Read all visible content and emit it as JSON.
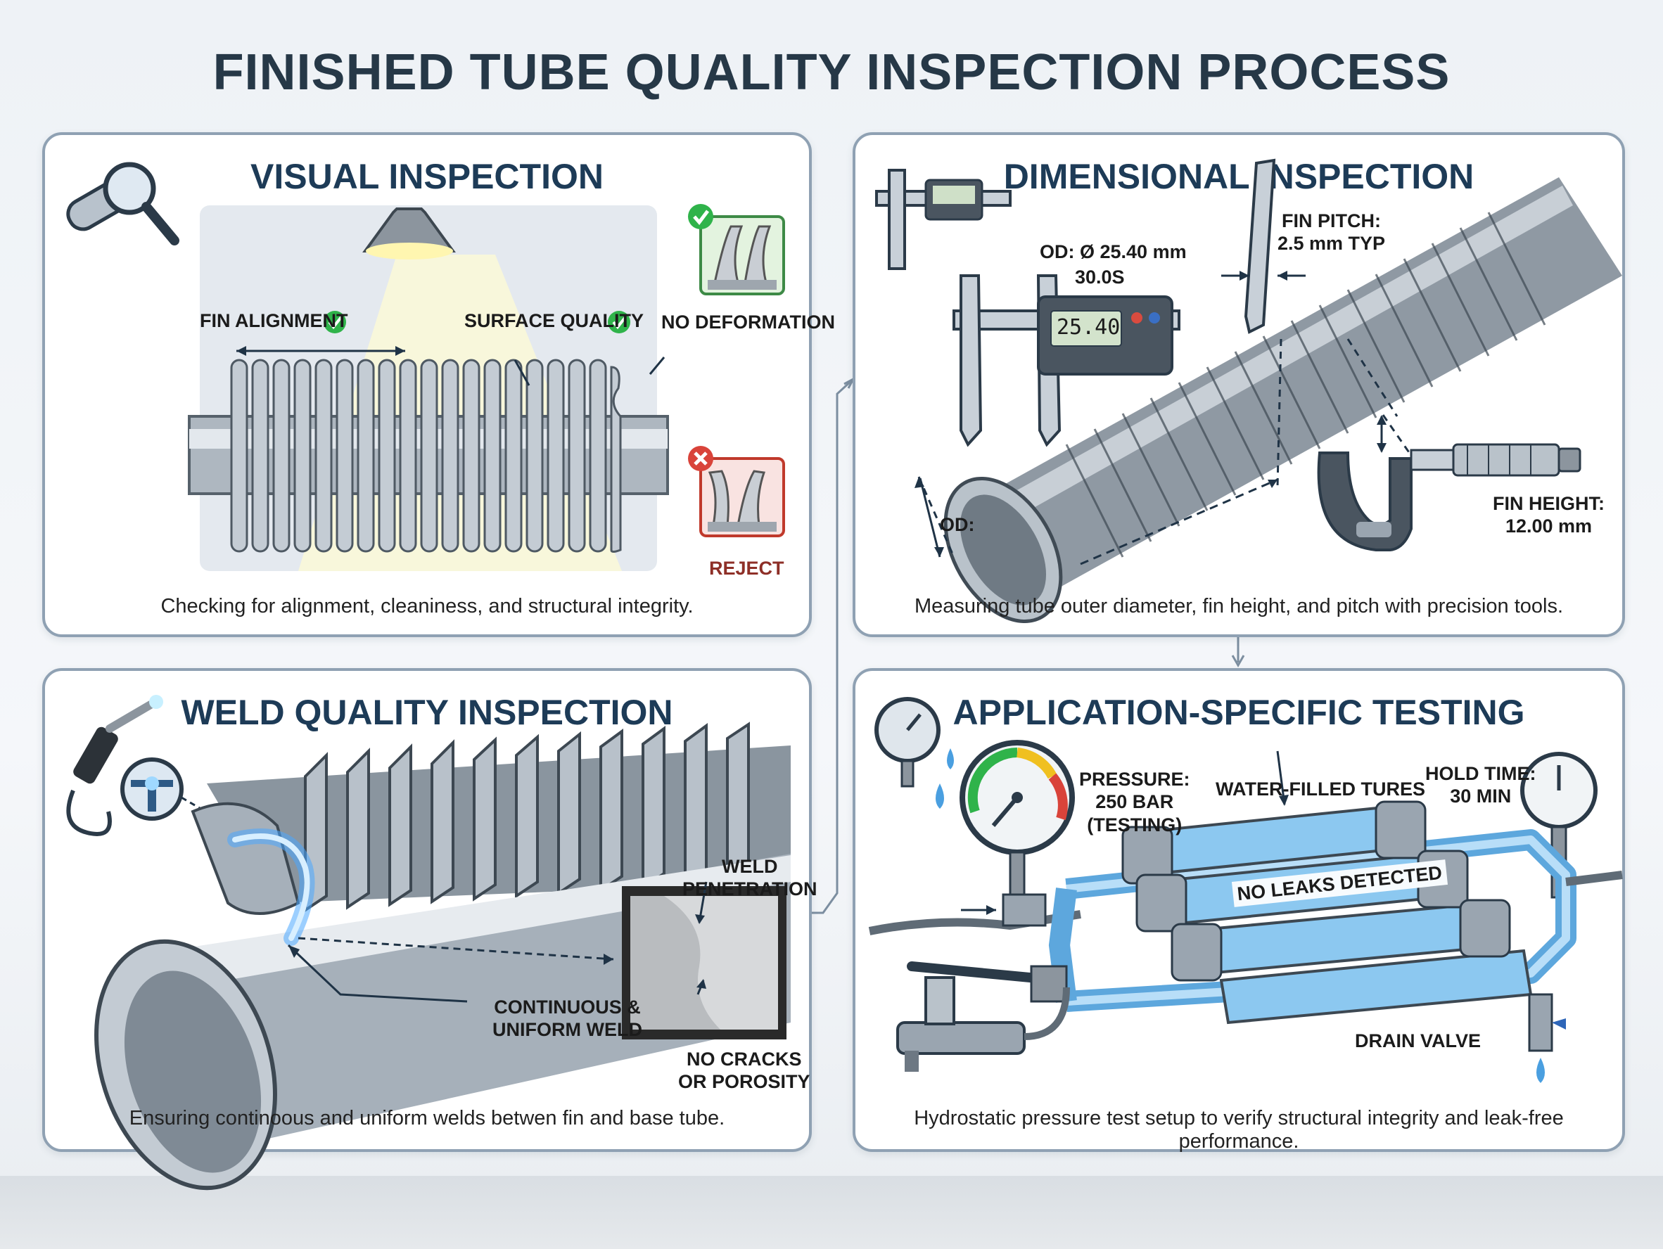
{
  "title": "FINISHED TUBE QUALITY INSPECTION PROCESS",
  "panels": {
    "visual": {
      "title": "VISUAL INSPECTION",
      "labels": {
        "fin_alignment": "FIN ALIGNMENT",
        "surface_quality": "SURFACE QUALITY",
        "no_deformation": "NO DEFORMATION",
        "reject": "REJECT"
      },
      "caption": "Checking for alignment, cleaniness, and structural integrity."
    },
    "dimensional": {
      "title": "DIMENSIONAL INSPECTION",
      "labels": {
        "od_value": "OD: Ø 25.40 mm",
        "od_tolerance": "30.0S",
        "caliper_readout": "25.40",
        "fin_pitch_label": "FIN PITCH:",
        "fin_pitch_value": "2.5 mm TYP",
        "od_short": "OD:",
        "fin_height_label": "FIN HEIGHT:",
        "fin_height_value": "12.00 mm"
      },
      "caption": "Measuring tube outer diameter, fin height, and pitch with precision tools."
    },
    "weld": {
      "title": "WELD QUALITY INSPECTION",
      "labels": {
        "weld_penetration_1": "WELD",
        "weld_penetration_2": "PENETRATION",
        "continuous_1": "CONTINUOUS &",
        "continuous_2": "UNIFORM WELD",
        "no_cracks_1": "NO CRACKS",
        "no_cracks_2": "OR POROSITY"
      },
      "caption": "Ensuring continoous and uniform welds betwen fin and base tube."
    },
    "testing": {
      "title": "APPLICATION-SPECIFIC TESTING",
      "labels": {
        "pressure_1": "PRESSURE:",
        "pressure_2": "250 BAR",
        "pressure_3": "(TESTING)",
        "water_filled": "WATER-FILLED TURES",
        "hold_1": "HOLD TIME:",
        "hold_2": "30 MIN",
        "no_leaks": "NO LEAKS DETECTED",
        "drain_valve": "DRAIN VALVE"
      },
      "caption": "Hydrostatic pressure test setup to verify structural integrity and leak-free performance."
    }
  },
  "colors": {
    "panel_border": "#8fa1b3",
    "title_text": "#1d3b57",
    "pass_green": "#2fb34a",
    "reject_red": "#c0392b",
    "weld_glow": "#4aa8ff",
    "water_blue": "#8cc8f0"
  },
  "icons": [
    "magnifier-tube-icon",
    "check-icon",
    "cross-icon",
    "caliper-icon",
    "micrometer-icon",
    "welding-torch-icon",
    "pressure-gauge-icon",
    "water-drop-icon",
    "hand-pump-icon"
  ]
}
